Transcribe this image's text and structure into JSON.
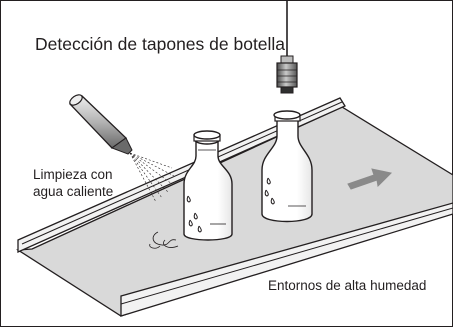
{
  "labels": {
    "title": "Detección de tapones de botella",
    "cleaning_line1": "Limpieza con",
    "cleaning_line2": "agua caliente",
    "environment": "Entornos de alta humedad"
  },
  "colors": {
    "line": "#231f20",
    "belt_top": "#d9d9d9",
    "belt_rail": "#f2f2f2",
    "arrow": "#8a8a8a",
    "sensor_body": "#7a7a7a",
    "nozzle": "#9a9a9a"
  },
  "icons": {
    "sensor": "proximity-sensor-icon",
    "nozzle": "spray-nozzle-icon",
    "bottle": "bottle-icon",
    "arrow": "conveyor-direction-arrow"
  }
}
